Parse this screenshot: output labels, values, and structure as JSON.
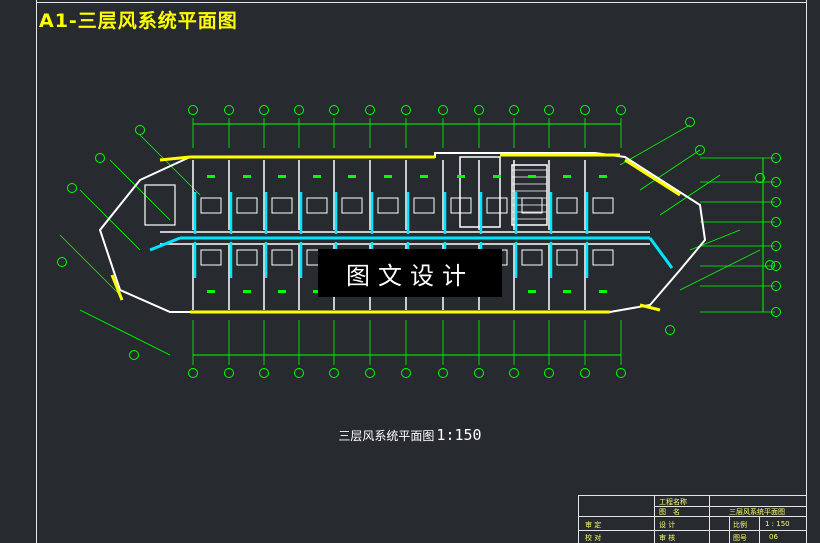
{
  "sheet": {
    "title": "A1-三层风系统平面图",
    "caption_label": "三层风系统平面图",
    "caption_scale": "1:150",
    "watermark": "图文设计"
  },
  "title_block": {
    "project_label": "工程名称",
    "drawing_label": "图　名",
    "drawing_value": "三层风系统平面图",
    "role1": "审 定",
    "role2": "设 计",
    "role3": "审 核",
    "role4": "校 对",
    "scale_label": "比例",
    "scale_value": "1 : 150",
    "sheet_no_label": "图号",
    "sheet_no_value": "06"
  },
  "colors": {
    "background": "#272b30",
    "wall": "#ffffff",
    "exterior_wall": "#ffff00",
    "duct": "#00e5ff",
    "dimension": "#00ff00",
    "text": "#ffff00"
  }
}
